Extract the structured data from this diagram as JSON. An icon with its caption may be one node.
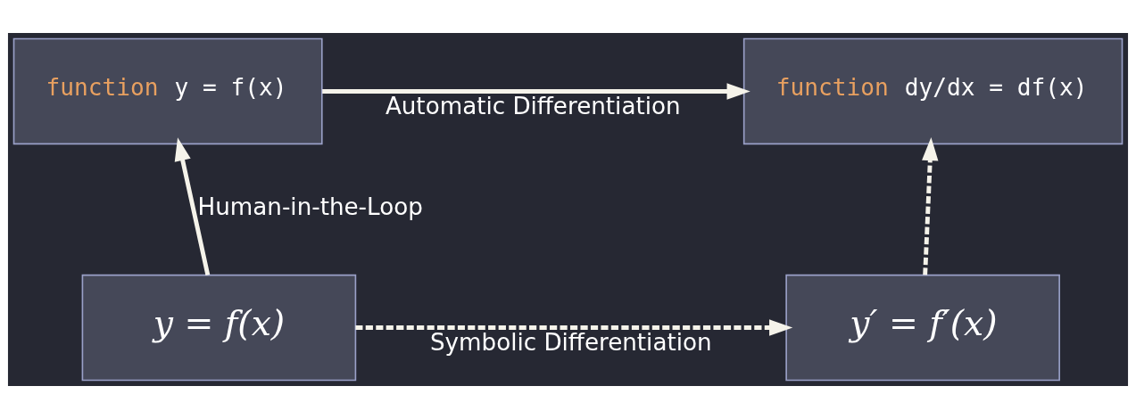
{
  "diagram": {
    "nodes": [
      {
        "text": [
          "function y = f(x)"
        ]
      },
      {
        "text": [
          "function dy/dx = df(x)"
        ]
      },
      {
        "text": [
          "y = f(x)"
        ]
      },
      {
        "text": [
          "y′ = f′(x)"
        ]
      }
    ],
    "edges": [
      {
        "from": 0,
        "to": 1,
        "arrow": "to",
        "label": "Automatic Differentiation"
      },
      {
        "from": 2,
        "to": 0,
        "arrow": "to",
        "label": "Human-in-the-Loop"
      },
      {
        "from": 2,
        "to": 3,
        "arrow": "to",
        "label": "Symbolic Differentiation",
        "style": "dashed"
      },
      {
        "from": 3,
        "to": 1,
        "arrow": "to",
        "style": "dashed"
      }
    ]
  }
}
